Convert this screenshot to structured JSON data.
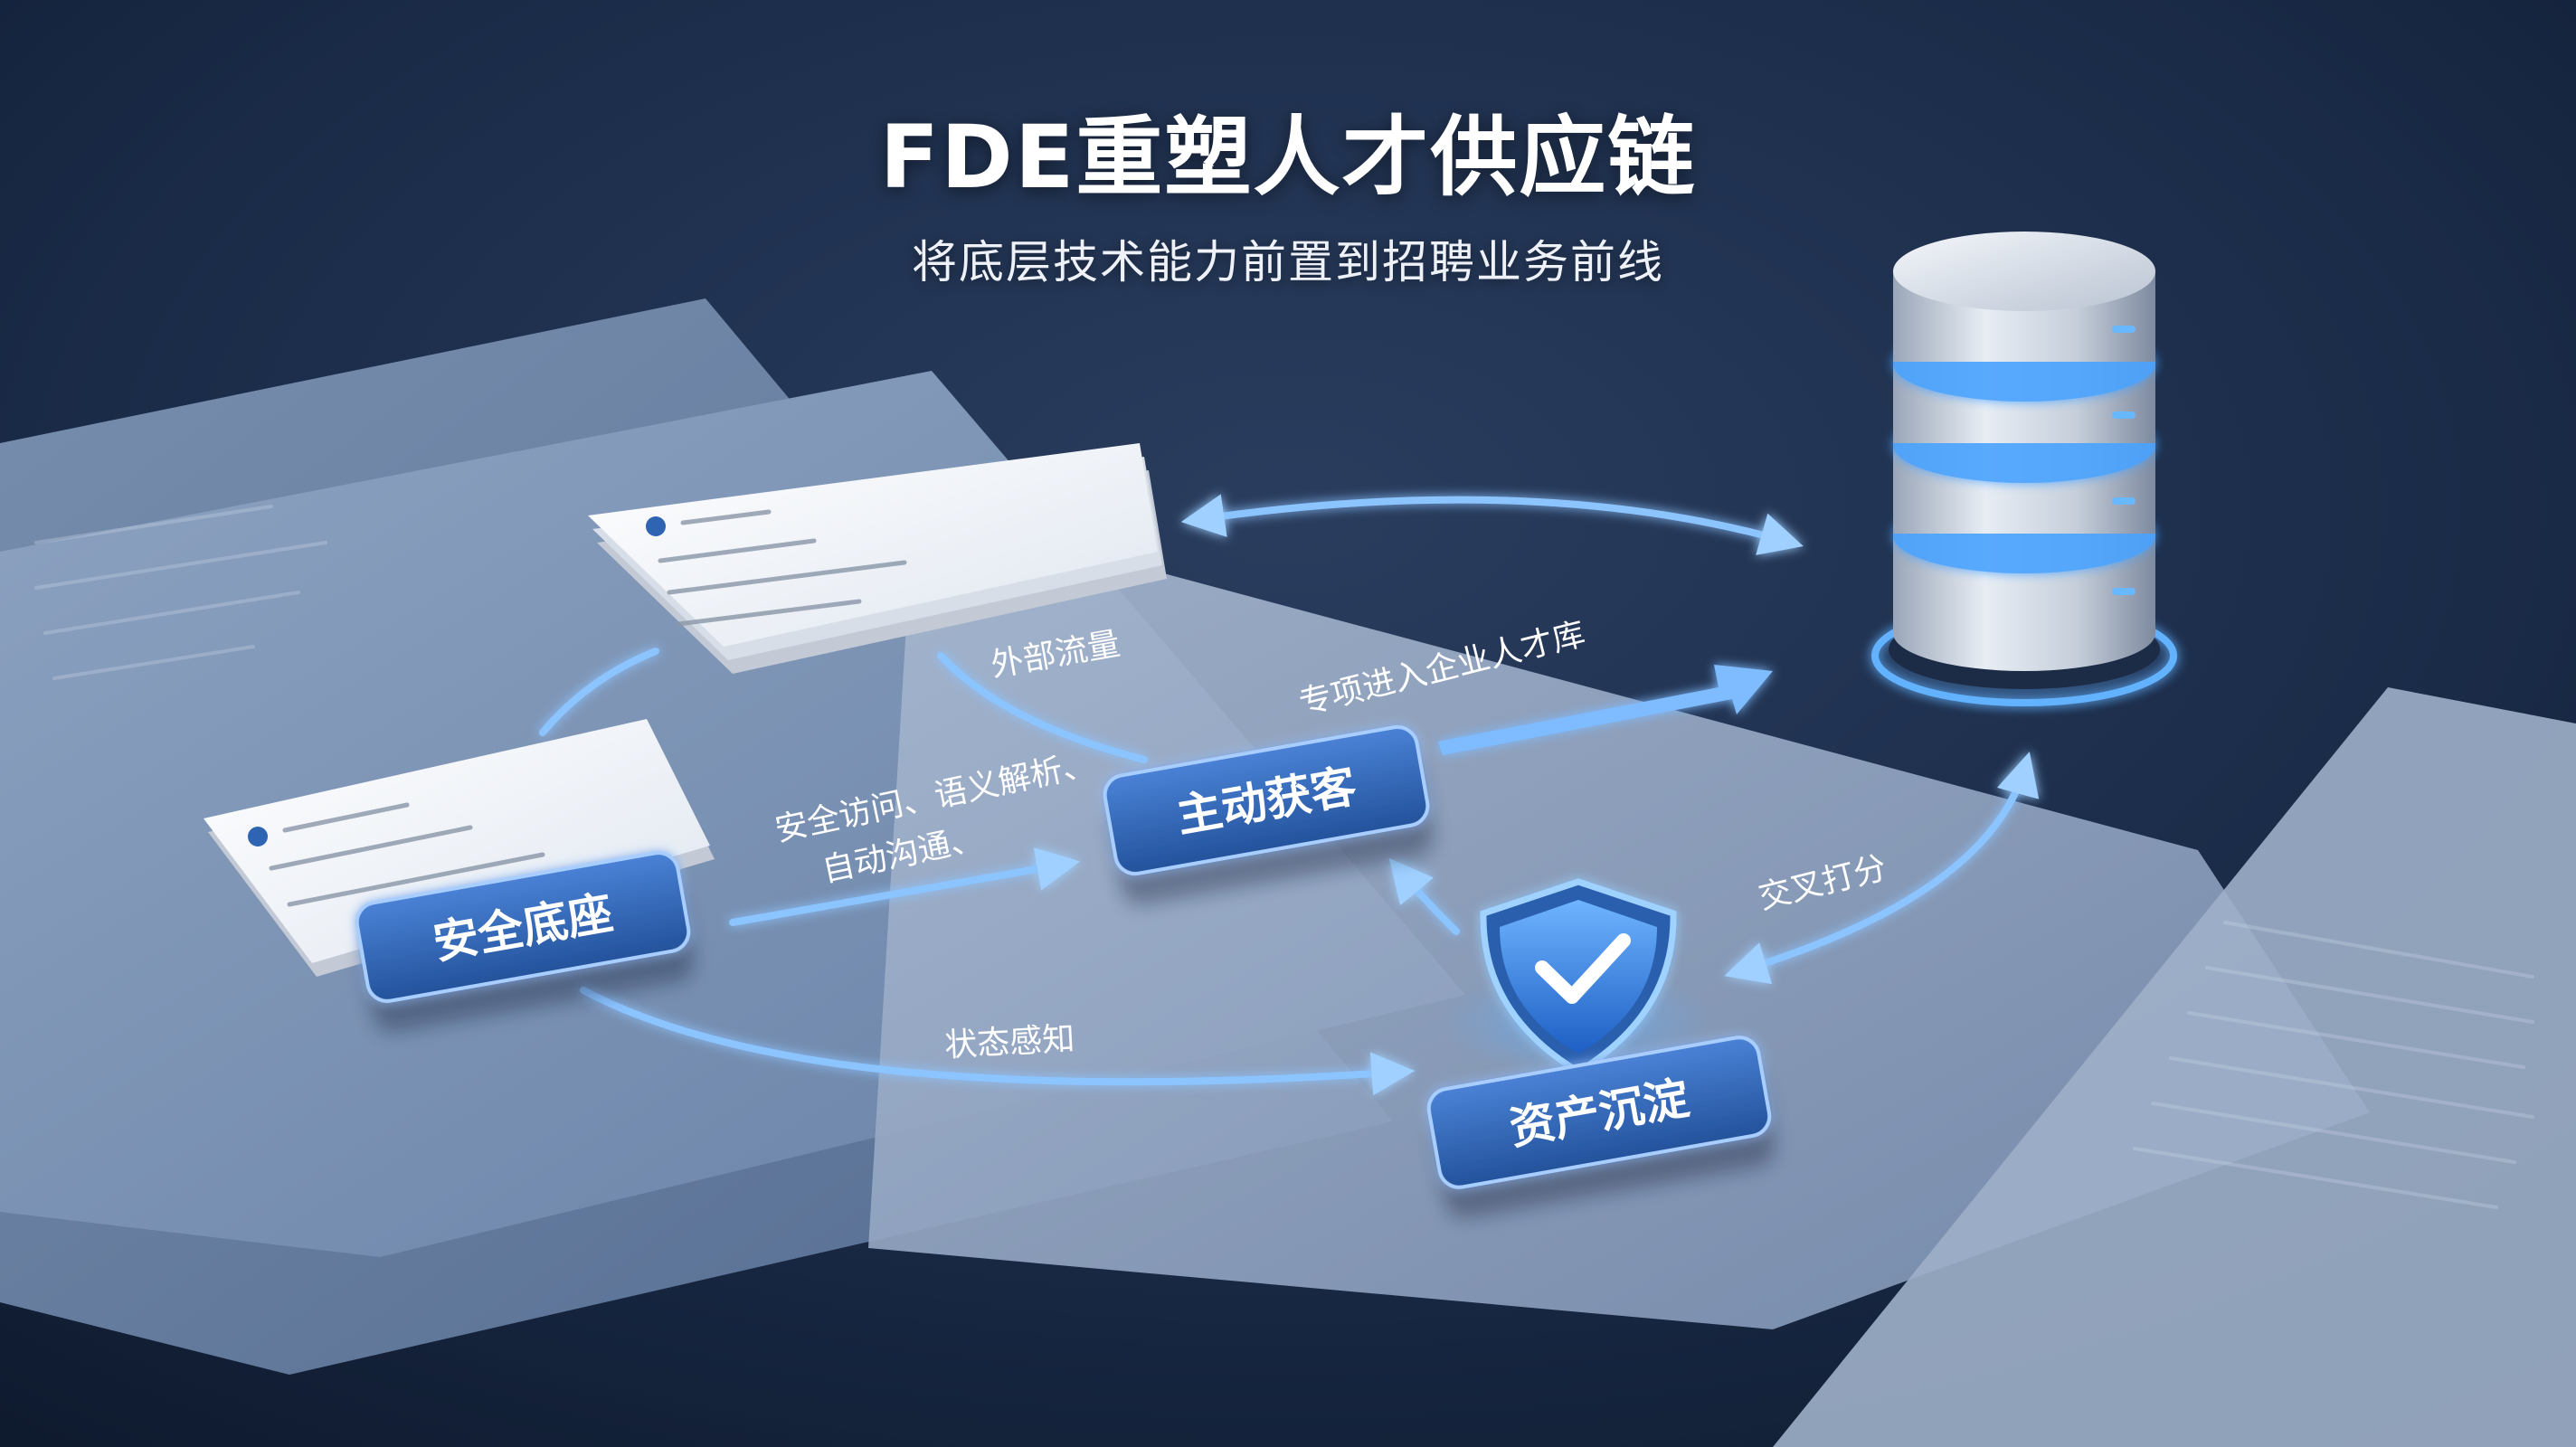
{
  "header": {
    "title": "FDE重塑人才供应链",
    "subtitle": "将底层技术能力前置到招聘业务前线"
  },
  "nodes": {
    "security_base": "安全底座",
    "active_acquisition": "主动获客",
    "asset_accumulation": "资产沉淀"
  },
  "edge_labels": {
    "external_traffic": "外部流量",
    "capabilities_line1": "安全访问、语义解析、",
    "capabilities_line2": "自动沟通、",
    "into_talent_pool": "专项进入企业人才库",
    "cross_scoring": "交叉打分",
    "status_awareness": "状态感知"
  },
  "colors": {
    "background": "#14233d",
    "paper": "#6b84a6",
    "node_fill": "#2f64b3",
    "node_text": "#ffffff",
    "arrow": "#8cc4ff",
    "glow": "#4aa3ff",
    "shield": "#3b8cf0"
  },
  "icons": [
    "database-icon",
    "shield-check-icon",
    "business-card-icon"
  ]
}
